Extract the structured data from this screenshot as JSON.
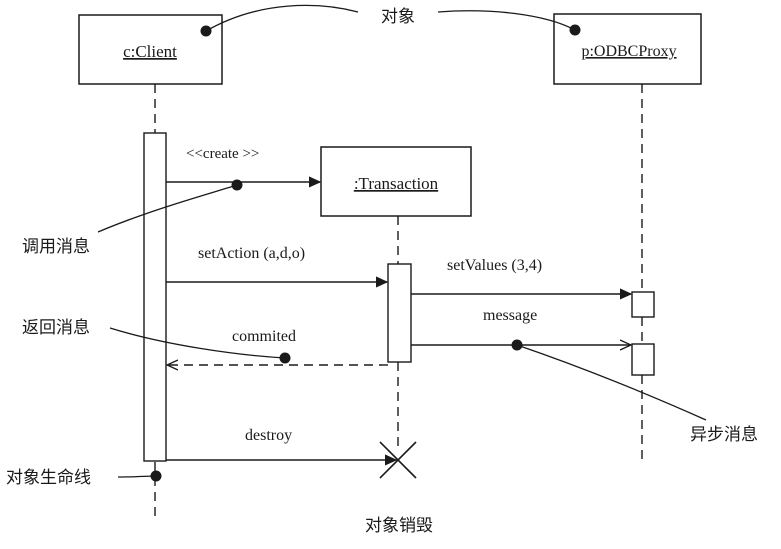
{
  "objects": {
    "client": "c:Client",
    "proxy": "p:ODBCProxy",
    "transaction": ":Transaction"
  },
  "messages": {
    "create": "<<create >>",
    "set_action": "setAction  (a,d,o)",
    "set_values": "setValues  (3,4)",
    "message": "message",
    "commited": "commited",
    "destroy": "destroy"
  },
  "annotations": {
    "object": "对象",
    "call_message": "调用消息",
    "return_message": "返回消息",
    "async_message": "异步消息",
    "lifeline": "对象生命线",
    "destruction": "对象销毁"
  },
  "colors": {
    "line": "#1a1a1a",
    "background": "#ffffff"
  }
}
